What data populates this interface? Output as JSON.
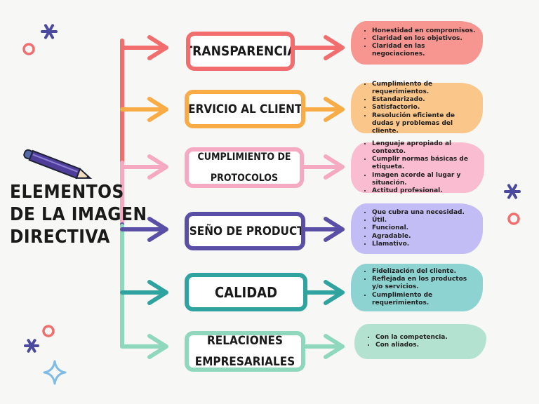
{
  "title_lines": [
    "ELEMENTOS",
    "DE LA IMAGEN",
    "DIRECTIVA"
  ],
  "nodes": [
    {
      "label": "TRANSPARENCIA",
      "color": "#f26d6d",
      "fill": "#f79590",
      "bullets": [
        "Honestidad en compromisos.",
        "Claridad en los objetivos.",
        "Claridad en las negociaciones."
      ]
    },
    {
      "label": "SERVICIO AL CLIENTE",
      "color": "#f9ab45",
      "fill": "#fbc68a",
      "bullets": [
        "Cumplimiento de requerimientos.",
        "Estandarizado.",
        "Satisfactorio.",
        "Resolución eficiente de dudas y problemas del cliente."
      ]
    },
    {
      "label": "CUMPLIMIENTO DE PROTOCOLOS",
      "color": "#f5a9c2",
      "fill": "#f9bcd0",
      "bullets": [
        "Lenguaje apropiado al contexto.",
        "Cumplir normas básicas de etiqueta.",
        "Imagen acorde al lugar y situación.",
        "Actitud profesional."
      ]
    },
    {
      "label": "DISEÑO DE PRODUCTO",
      "color": "#5a4fa7",
      "fill": "#c3bdf6",
      "bullets": [
        "Que cubra una necesidad.",
        "Útil.",
        "Funcional.",
        "Agradable.",
        "Llamativo."
      ]
    },
    {
      "label": "CALIDAD",
      "color": "#2ea3a0",
      "fill": "#8dd3d2",
      "bullets": [
        "Fidelización del cliente.",
        "Reflejada en los productos y/o servicios.",
        "Cumplimiento de requerimientos."
      ]
    },
    {
      "label": "RELACIONES EMPRESARIALES",
      "color": "#8fd8be",
      "fill": "#b3e2d1",
      "bullets": [
        "Con la competencia.",
        "Con aliados."
      ]
    }
  ],
  "icons": [
    "pencil-icon",
    "sparkle-icon",
    "circle-icon",
    "four-point-star-icon"
  ]
}
